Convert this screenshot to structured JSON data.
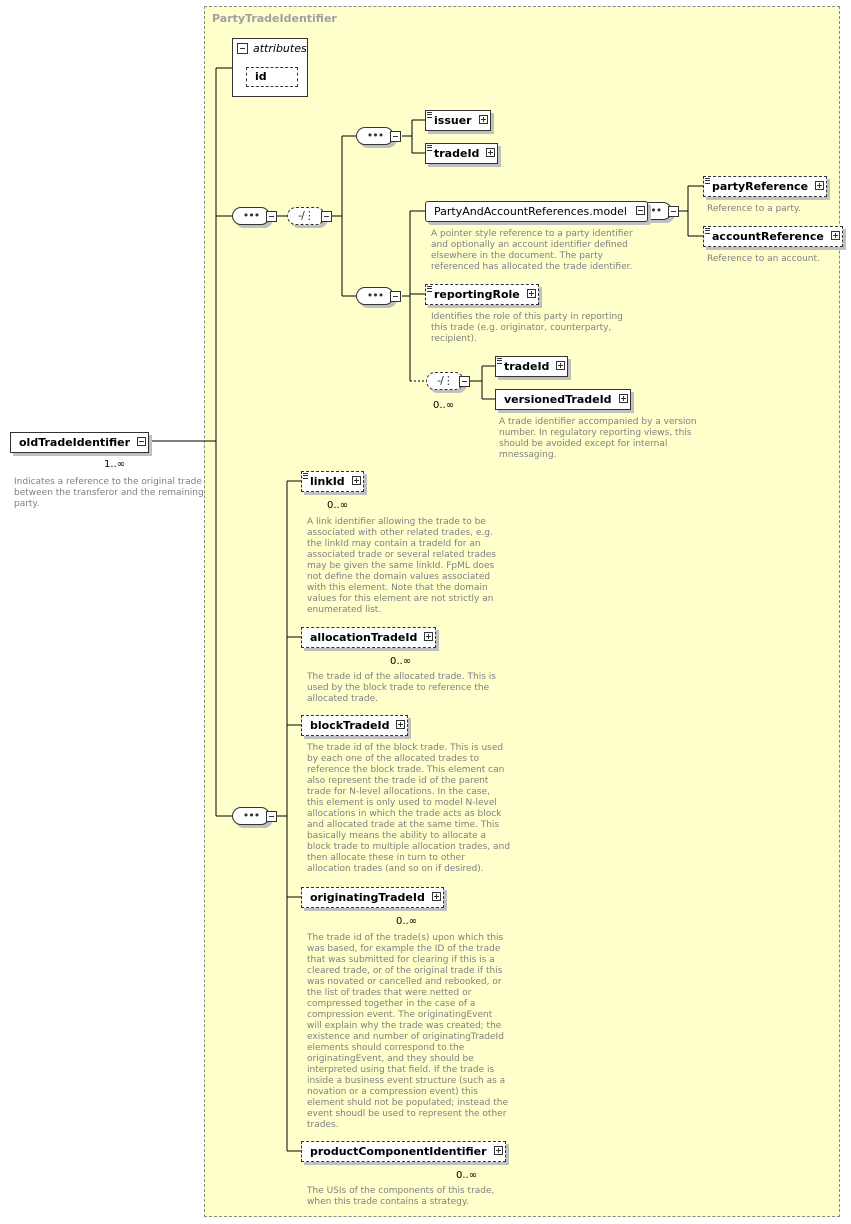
{
  "type_name": "PartyTradeIdentifier",
  "root": {
    "name": "oldTradeIdentifier",
    "cardinality": "1..∞",
    "doc": [
      "Indicates a reference to the original trade",
      "between the transferor and the remaining",
      "party."
    ]
  },
  "attributes": {
    "header": "attributes",
    "items": [
      "id"
    ]
  },
  "elements": {
    "issuer": {
      "name": "issuer"
    },
    "tradeId_top": {
      "name": "tradeId"
    },
    "party_account_group": {
      "name": "PartyAndAccountReferences.model",
      "doc": [
        "A pointer style reference to a party identifier",
        "and optionally an account identifier defined",
        "elsewhere in the document. The party",
        "referenced has allocated the trade identifier."
      ]
    },
    "partyReference": {
      "name": "partyReference",
      "doc": [
        "Reference to a party."
      ]
    },
    "accountReference": {
      "name": "accountReference",
      "doc": [
        "Reference to an account."
      ]
    },
    "reportingRole": {
      "name": "reportingRole",
      "doc": [
        "Identifies the role of this party in reporting",
        "this trade (e.g. originator, counterparty,",
        "recipient)."
      ]
    },
    "choice_card": "0..∞",
    "tradeId_choice": {
      "name": "tradeId"
    },
    "versionedTradeId": {
      "name": "versionedTradeId",
      "doc": [
        "A trade identifier accompanied by a version",
        "number. In regulatory reporting views, this",
        "should be avoided except for internal",
        "mnessaging."
      ]
    },
    "linkId": {
      "name": "linkId",
      "cardinality": "0..∞",
      "doc": [
        "A link identifier allowing the trade to be",
        "associated with other related trades, e.g.",
        "the linkId may contain a tradeId for an",
        "associated trade or several related trades",
        "may be given the same linkId. FpML does",
        "not define the domain values associated",
        "with this element. Note that the domain",
        "values for this element are not strictly an",
        "enumerated list."
      ]
    },
    "allocationTradeId": {
      "name": "allocationTradeId",
      "cardinality": "0..∞",
      "doc": [
        "The trade id of the allocated trade. This is",
        "used by the block trade to reference the",
        "allocated trade."
      ]
    },
    "blockTradeId": {
      "name": "blockTradeId",
      "doc": [
        "The trade id of the block trade. This is used",
        "by each one of the allocated trades to",
        "reference the block trade. This element can",
        "also represent the trade id of the parent",
        "trade for N-level allocations. In the case,",
        "this element is only used to model N-level",
        "allocations in which the trade acts as block",
        "and allocated trade at the same time. This",
        "basically means the ability to allocate a",
        "block trade to multiple allocation trades, and",
        "then allocate these in turn to other",
        "allocation trades (and so on if desired)."
      ]
    },
    "originatingTradeId": {
      "name": "originatingTradeId",
      "cardinality": "0..∞",
      "doc": [
        "The trade id of the trade(s) upon which this",
        "was based, for example the ID of the trade",
        "that was submitted for clearing if this is a",
        "cleared trade, or of the original trade if this",
        "was novated or cancelled and rebooked, or",
        "the list of trades that were netted or",
        "compressed together in the case of a",
        "compression event. The originatingEvent",
        "will explain why the trade was created; the",
        "existence and number of originatingTradeId",
        "elements should correspond to the",
        "originatingEvent, and they should be",
        "interpreted using that field. If the trade is",
        "inside a business event structure (such as a",
        "novation or a compression event) this",
        "element shuld not be populated; instead the",
        "event shoudl be used to represent the other",
        "trades."
      ]
    },
    "productComponentIdentifier": {
      "name": "productComponentIdentifier",
      "cardinality": "0..∞",
      "doc": [
        "The USIs of the components of this trade,",
        "when this trade contains a strategy."
      ]
    }
  }
}
